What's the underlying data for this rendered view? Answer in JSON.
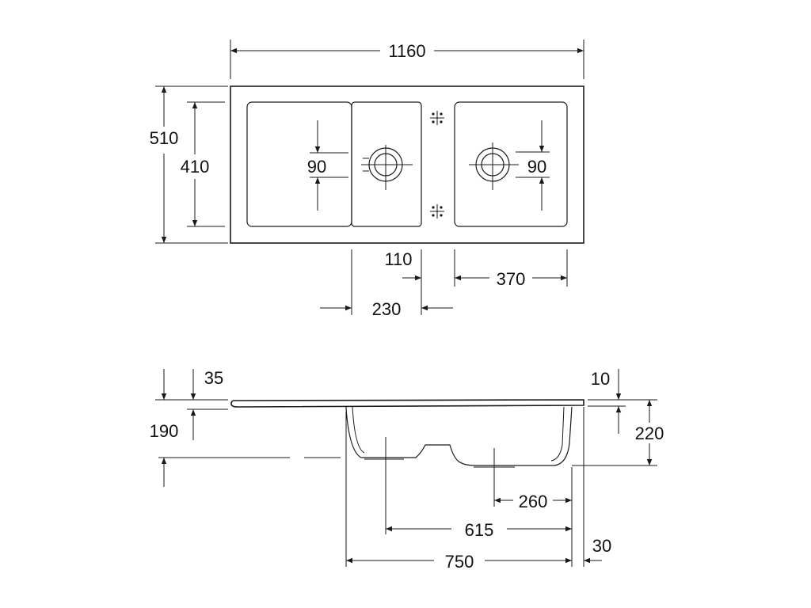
{
  "top_view": {
    "width_overall": "1160",
    "depth_overall": "510",
    "depth_bowl": "410",
    "drain_left": "90",
    "drain_right": "90",
    "gap_between_bowls": "110",
    "bowl_small_width": "230",
    "bowl_large_width": "370"
  },
  "side_view": {
    "rim_thickness": "35",
    "depth_left": "190",
    "rim_right": "10",
    "depth_right": "220",
    "drain_offset_right": "260",
    "drain_spacing": "615",
    "bowl_total_width": "750",
    "right_margin": "30"
  },
  "colors": {
    "line": "#1a1a1a",
    "background": "#ffffff"
  }
}
